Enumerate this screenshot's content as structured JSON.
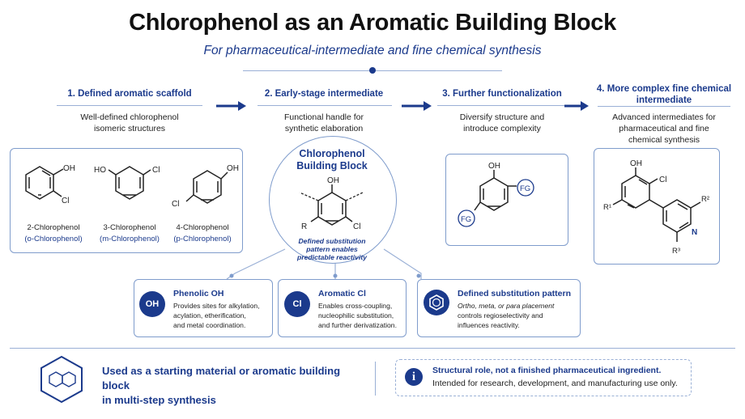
{
  "title": "Chlorophenol as an Aromatic Building Block",
  "subtitle": "For pharmaceutical-intermediate and fine chemical synthesis",
  "steps": [
    {
      "title": "1. Defined aromatic scaffold",
      "desc_lines": [
        "Well-defined chlorophenol",
        "isomeric structures"
      ]
    },
    {
      "title": "2. Early-stage intermediate",
      "desc_lines": [
        "Functional handle for",
        "synthetic elaboration"
      ]
    },
    {
      "title": "3. Further functionalization",
      "desc_lines": [
        "Diversify structure and",
        "introduce complexity"
      ]
    },
    {
      "title_lines": [
        "4. More complex fine chemical",
        "intermediate"
      ],
      "desc_lines": [
        "Advanced intermediates for",
        "pharmaceutical and fine",
        "chemical synthesis"
      ]
    }
  ],
  "isomers": [
    {
      "name": "2-Chlorophenol",
      "alt": "(o-Chlorophenol)"
    },
    {
      "name": "3-Chlorophenol",
      "alt": "(m-Chlorophenol)"
    },
    {
      "name": "4-Chlorophenol",
      "alt": "(p-Chlorophenol)"
    }
  ],
  "atoms": {
    "oh": "OH",
    "ho": "HO",
    "cl": "Cl",
    "r": "R",
    "fg": "FG",
    "n": "N",
    "r1": "R¹",
    "r2": "R²",
    "r3": "R³"
  },
  "center": {
    "title_lines": [
      "Chlorophenol",
      "Building Block"
    ],
    "note_lines": [
      "Defined substitution",
      "pattern enables",
      "predictable reactivity"
    ]
  },
  "features": [
    {
      "icon": "OH",
      "title": "Phenolic OH",
      "desc_lines": [
        "Provides sites for alkylation,",
        "acylation, etherification,",
        "and metal coordination."
      ]
    },
    {
      "icon": "Cl",
      "title": "Aromatic Cl",
      "desc_lines": [
        "Enables cross-coupling,",
        "nucleophilic substitution,",
        "and further derivatization."
      ]
    },
    {
      "icon": "benzene-ring",
      "title": "Defined substitution pattern",
      "desc_lines": [
        "Ortho, meta, or para placement",
        "controls regioselectivity and",
        "influences reactivity."
      ]
    }
  ],
  "footer": {
    "text_lines": [
      "Used as a starting material or aromatic building block",
      "in multi-step synthesis"
    ],
    "note_icon": "i",
    "note_title": "Structural role, not a finished pharmaceutical ingredient.",
    "note_desc": "Intended for research, development, and manufacturing use only."
  },
  "colors": {
    "accent": "#1b3a8c",
    "border": "#7f9ccc",
    "text": "#222222"
  }
}
